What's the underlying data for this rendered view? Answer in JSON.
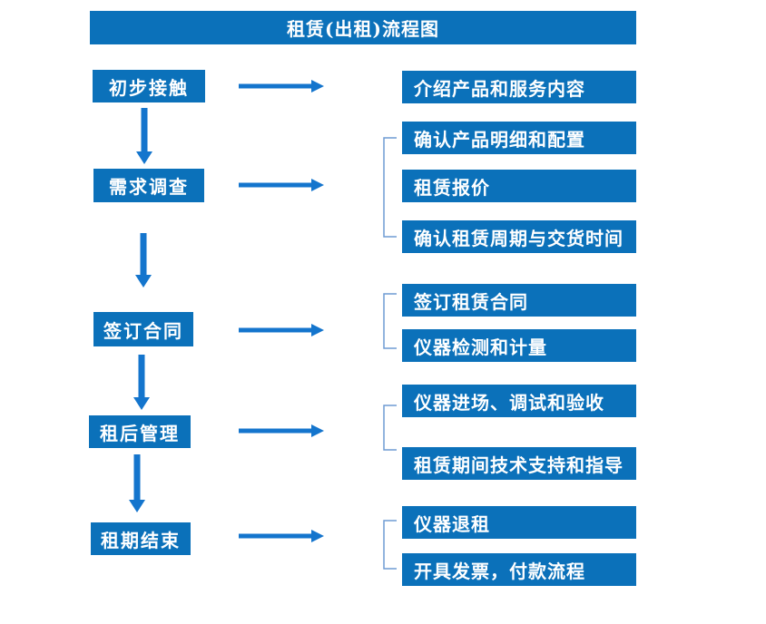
{
  "title": "租赁(出租)流程图",
  "colors": {
    "box-blue": "#0b71ba",
    "arrow-blue": "#1475cd",
    "bracket-blue": "#6f9bd4",
    "box-text": "#ffffff",
    "bg": "#ffffff"
  },
  "stages": [
    {
      "label": "初步接触",
      "steps": [
        "介绍产品和服务内容"
      ]
    },
    {
      "label": "需求调查",
      "steps": [
        "确认产品明细和配置",
        "租赁报价",
        "确认租赁周期与交货时间"
      ]
    },
    {
      "label": "签订合同",
      "steps": [
        "签订租赁合同",
        "仪器检测和计量"
      ]
    },
    {
      "label": "租后管理",
      "steps": [
        "仪器进场、调试和验收",
        "租赁期间技术支持和指导"
      ]
    },
    {
      "label": "租期结束",
      "steps": [
        "仪器退租",
        "开具发票，付款流程"
      ]
    }
  ]
}
